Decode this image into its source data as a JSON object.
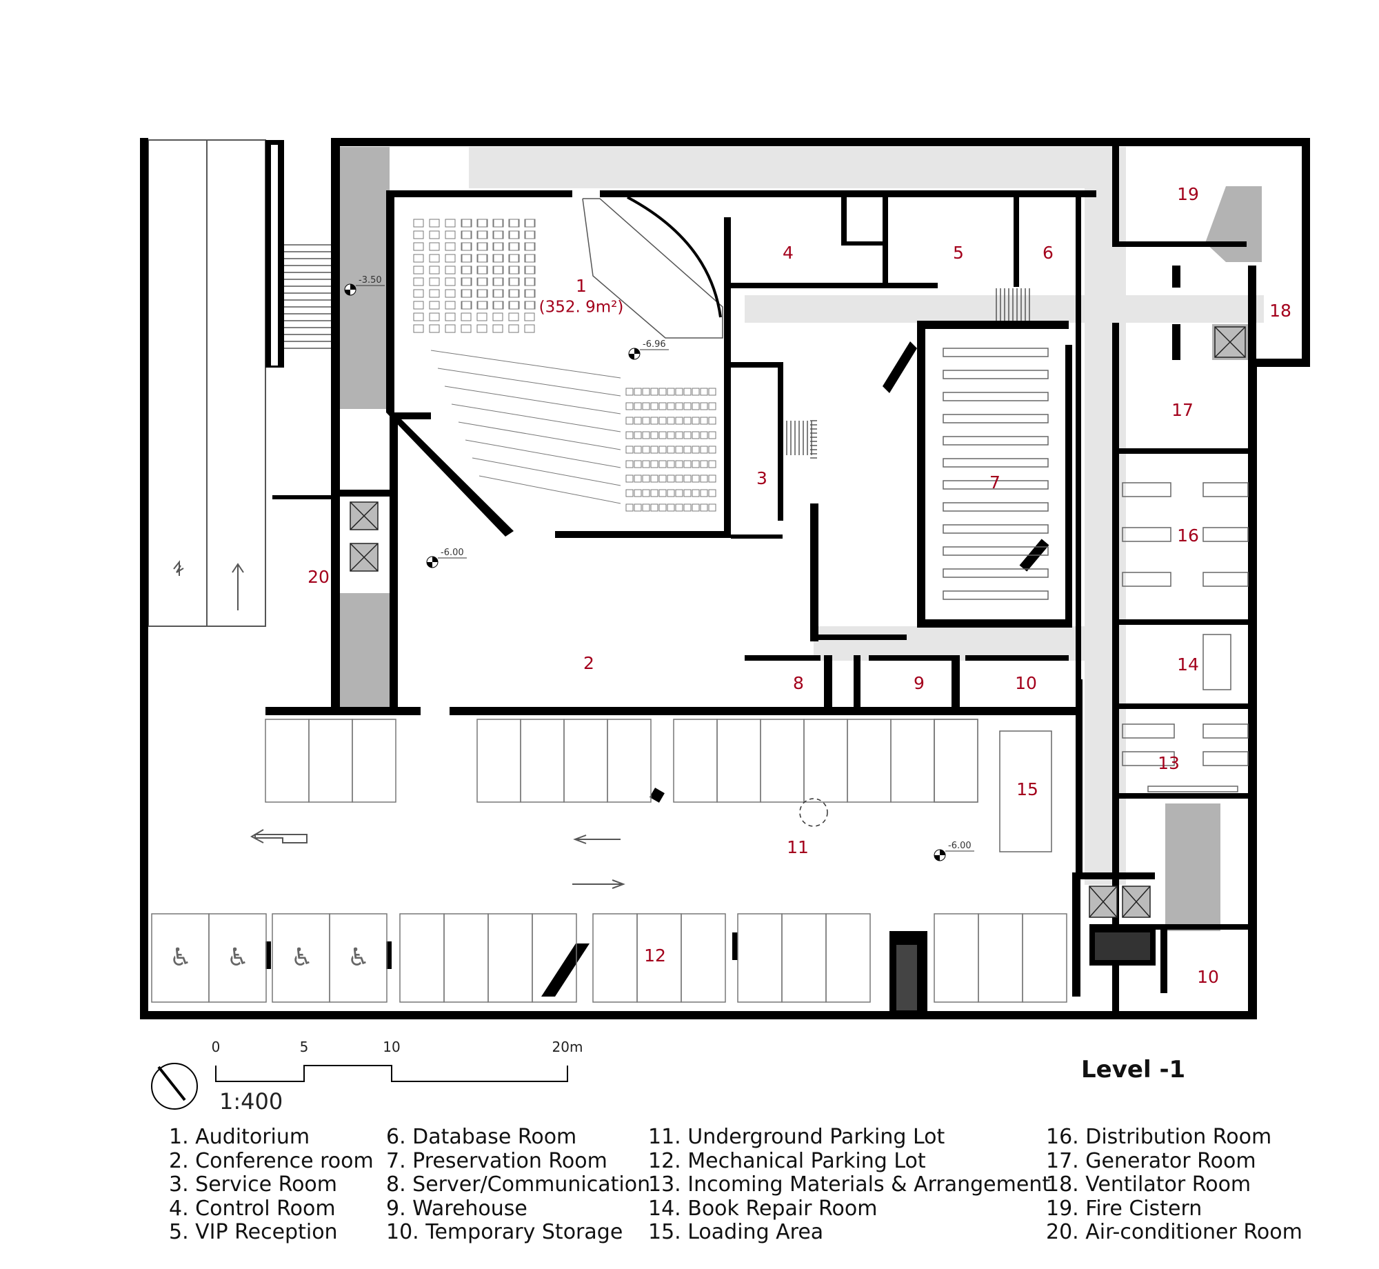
{
  "level_title": "Level -1",
  "scale": {
    "ticks": [
      "0",
      "5",
      "10",
      "20m"
    ],
    "ratio": "1:400"
  },
  "room_labels": [
    {
      "id": "1",
      "num": "1",
      "sub": "(352. 9m²)"
    },
    {
      "id": "2",
      "num": "2"
    },
    {
      "id": "3",
      "num": "3"
    },
    {
      "id": "4",
      "num": "4"
    },
    {
      "id": "5",
      "num": "5"
    },
    {
      "id": "6",
      "num": "6"
    },
    {
      "id": "7",
      "num": "7"
    },
    {
      "id": "8",
      "num": "8"
    },
    {
      "id": "9",
      "num": "9"
    },
    {
      "id": "10a",
      "num": "10"
    },
    {
      "id": "10b",
      "num": "10"
    },
    {
      "id": "11",
      "num": "11"
    },
    {
      "id": "12",
      "num": "12"
    },
    {
      "id": "13",
      "num": "13"
    },
    {
      "id": "14",
      "num": "14"
    },
    {
      "id": "15",
      "num": "15"
    },
    {
      "id": "16",
      "num": "16"
    },
    {
      "id": "17",
      "num": "17"
    },
    {
      "id": "18",
      "num": "18"
    },
    {
      "id": "19",
      "num": "19"
    },
    {
      "id": "20",
      "num": "20"
    }
  ],
  "elevations": [
    "-3.50",
    "-6.96",
    "-6.00",
    "-6.00"
  ],
  "legend": [
    [
      "1. Auditorium",
      "2. Conference room",
      "3. Service Room",
      "4. Control Room",
      "5. VIP Reception"
    ],
    [
      "6. Database Room",
      "7. Preservation Room",
      "8. Server/Communication",
      "9. Warehouse",
      "10. Temporary Storage"
    ],
    [
      "11. Underground Parking Lot",
      "12. Mechanical Parking Lot",
      "13. Incoming Materials & Arrangement",
      "14. Book Repair Room",
      "15. Loading Area"
    ],
    [
      "16. Distribution Room",
      "17. Generator Room",
      "18. Ventilator Room",
      "19. Fire Cistern",
      "20. Air-conditioner Room"
    ]
  ],
  "colors": {
    "wall": "#000000",
    "corridor": "#e6e6e6",
    "core": "#b3b3b3",
    "label": "#a3001b"
  }
}
